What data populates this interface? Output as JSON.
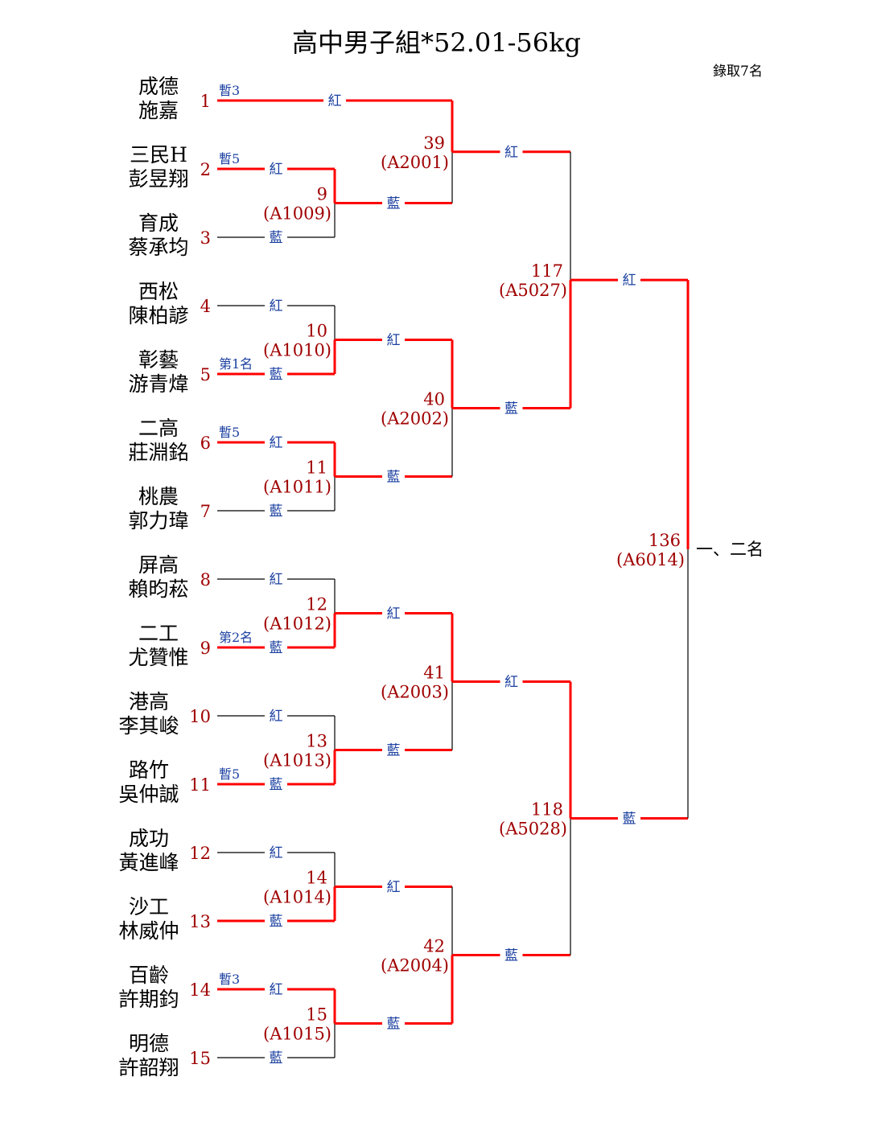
{
  "title": "高中男子組*52.01-56kg",
  "quota": "錄取7名",
  "corner_labels": {
    "red": "紅",
    "blue": "藍"
  },
  "colors": {
    "win": "#ff0000",
    "line": "#000000",
    "corner": "#1a3fa0",
    "number": "#a00000"
  },
  "players": [
    {
      "num": "1",
      "school": "成德",
      "name": "施嘉",
      "note": "暫3"
    },
    {
      "num": "2",
      "school": "三民H",
      "name": "彭昱翔",
      "note": "暫5"
    },
    {
      "num": "3",
      "school": "育成",
      "name": "蔡承均",
      "note": ""
    },
    {
      "num": "4",
      "school": "西松",
      "name": "陳柏諺",
      "note": ""
    },
    {
      "num": "5",
      "school": "彰藝",
      "name": "游青煒",
      "note": "第1名"
    },
    {
      "num": "6",
      "school": "二高",
      "name": "莊淵銘",
      "note": "暫5"
    },
    {
      "num": "7",
      "school": "桃農",
      "name": "郭力瑋",
      "note": ""
    },
    {
      "num": "8",
      "school": "屏高",
      "name": "賴昀菘",
      "note": ""
    },
    {
      "num": "9",
      "school": "二工",
      "name": "尤贊惟",
      "note": "第2名"
    },
    {
      "num": "10",
      "school": "港高",
      "name": "李其峻",
      "note": ""
    },
    {
      "num": "11",
      "school": "路竹",
      "name": "吳仲誠",
      "note": "暫5"
    },
    {
      "num": "12",
      "school": "成功",
      "name": "黃進峰",
      "note": ""
    },
    {
      "num": "13",
      "school": "沙工",
      "name": "林威仲",
      "note": ""
    },
    {
      "num": "14",
      "school": "百齡",
      "name": "許期鈞",
      "note": "暫3"
    },
    {
      "num": "15",
      "school": "明德",
      "name": "許韶翔",
      "note": ""
    }
  ],
  "matches": [
    {
      "id": "9",
      "code": "(A1009)",
      "winner": "red"
    },
    {
      "id": "10",
      "code": "(A1010)",
      "winner": "blue"
    },
    {
      "id": "11",
      "code": "(A1011)",
      "winner": "red"
    },
    {
      "id": "12",
      "code": "(A1012)",
      "winner": "blue"
    },
    {
      "id": "13",
      "code": "(A1013)",
      "winner": "blue"
    },
    {
      "id": "14",
      "code": "(A1014)",
      "winner": "blue"
    },
    {
      "id": "15",
      "code": "(A1015)",
      "winner": "red"
    },
    {
      "id": "39",
      "code": "(A2001)",
      "winner": "red"
    },
    {
      "id": "40",
      "code": "(A2002)",
      "winner": "red"
    },
    {
      "id": "41",
      "code": "(A2003)",
      "winner": "red"
    },
    {
      "id": "42",
      "code": "(A2004)",
      "winner": "blue"
    },
    {
      "id": "117",
      "code": "(A5027)",
      "winner": "blue"
    },
    {
      "id": "118",
      "code": "(A5028)",
      "winner": "red"
    },
    {
      "id": "136",
      "code": "(A6014)",
      "winner": "red"
    }
  ],
  "final_label": "一、二名"
}
